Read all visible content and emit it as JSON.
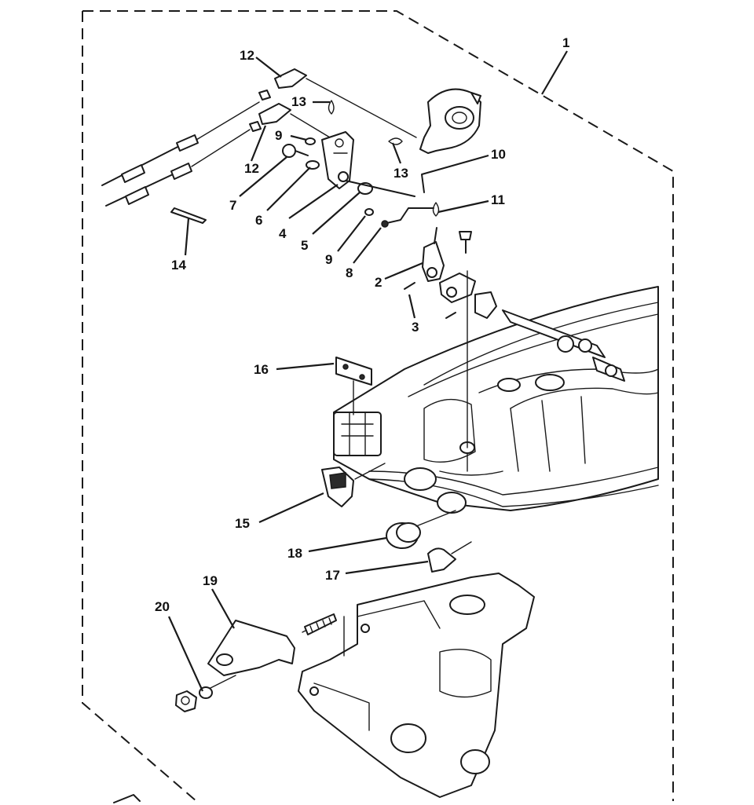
{
  "diagram": {
    "type": "exploded-parts-diagram",
    "callouts": {
      "c1": "1",
      "c2": "2",
      "c3": "3",
      "c4": "4",
      "c5": "5",
      "c6": "6",
      "c7": "7",
      "c8": "8",
      "c9a": "9",
      "c9b": "9",
      "c10": "10",
      "c11": "11",
      "c12a": "12",
      "c12b": "12",
      "c13a": "13",
      "c13b": "13",
      "c14": "14",
      "c15": "15",
      "c16": "16",
      "c17": "17",
      "c18": "18",
      "c19": "19",
      "c20": "20"
    },
    "colors": {
      "ink": "#1a1a1a",
      "background": "#ffffff"
    }
  }
}
